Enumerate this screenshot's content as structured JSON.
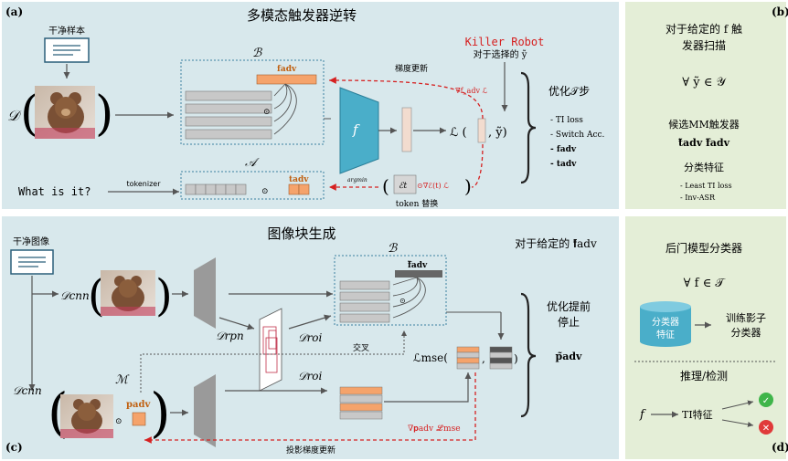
{
  "panels": {
    "a": {
      "tag": "(a)",
      "title": "多模态触发器逆转",
      "clean_sample": "干净样本",
      "D": "𝒟",
      "B": "ℬ",
      "A": "𝒜",
      "f_adv": "𝐟adv",
      "t_adv": "𝐭adv",
      "f": "f",
      "killer": "Killer Robot",
      "select_y": "对于选择的 ỹ",
      "grad_update": "梯度更新",
      "grad_f": "∇f_adv ℒ",
      "loss": "ℒ( [ ] , ỹ)",
      "tokenizer": "tokenizer",
      "what": "What is it?",
      "argmin": "argmin ( ℰt ⊙ ∇ℰ(t_adv) ℒ )",
      "token_replace": "token 替换",
      "optimize": "优化𝒯步",
      "bullets": [
        "- TI loss",
        "- Switch Acc.",
        "- 𝐟adv",
        "- 𝐭adv"
      ]
    },
    "b": {
      "tag": "(b)",
      "line1": "对于给定的 f 触",
      "line2": "发器扫描",
      "forall": "∀ ỹ ∈ 𝒴",
      "candidates": "候选MM触发器",
      "cand_sym": "𝐭̃adv  𝐟̃adv",
      "features": "分类特征",
      "feat_items": [
        "- Least TI loss",
        "- Inv-ASR"
      ]
    },
    "c": {
      "tag": "(c)",
      "title": "图像块生成",
      "given": "对于给定的 𝐟̃adv",
      "clean_img": "干净图像",
      "dcnn": "𝒟cnn",
      "drpn": "𝒟rpn",
      "droi": "𝒟roi",
      "B": "ℬ",
      "M": "ℳ",
      "f_adv": "𝐟̃adv",
      "p_adv": "𝐩adv",
      "cross": "交叉",
      "lmse": "ℒmse(",
      "grad_p": "∇𝐩adv ℒmse",
      "proj": "投影梯度更新",
      "opt": "优化提前",
      "stop": "停止",
      "p_tilde": "𝐩̃adv"
    },
    "d": {
      "tag": "(d)",
      "title": "后门模型分类器",
      "forall": "∀ f ∈ 𝒯",
      "cyl1": "分类器",
      "cyl2": "特征",
      "train1": "训练影子",
      "train2": "分类器",
      "infer": "推理/检测",
      "f": "f",
      "ti": "TI特征",
      "ok": "✓",
      "no": "✕"
    }
  },
  "colors": {
    "panel_blue": "#d8e8ec",
    "panel_green": "#e4eed7",
    "orange": "#f5a36b",
    "teal": "#4aaec9",
    "red": "#d62020",
    "green_ok": "#3fb54a",
    "red_no": "#e03a3a"
  }
}
